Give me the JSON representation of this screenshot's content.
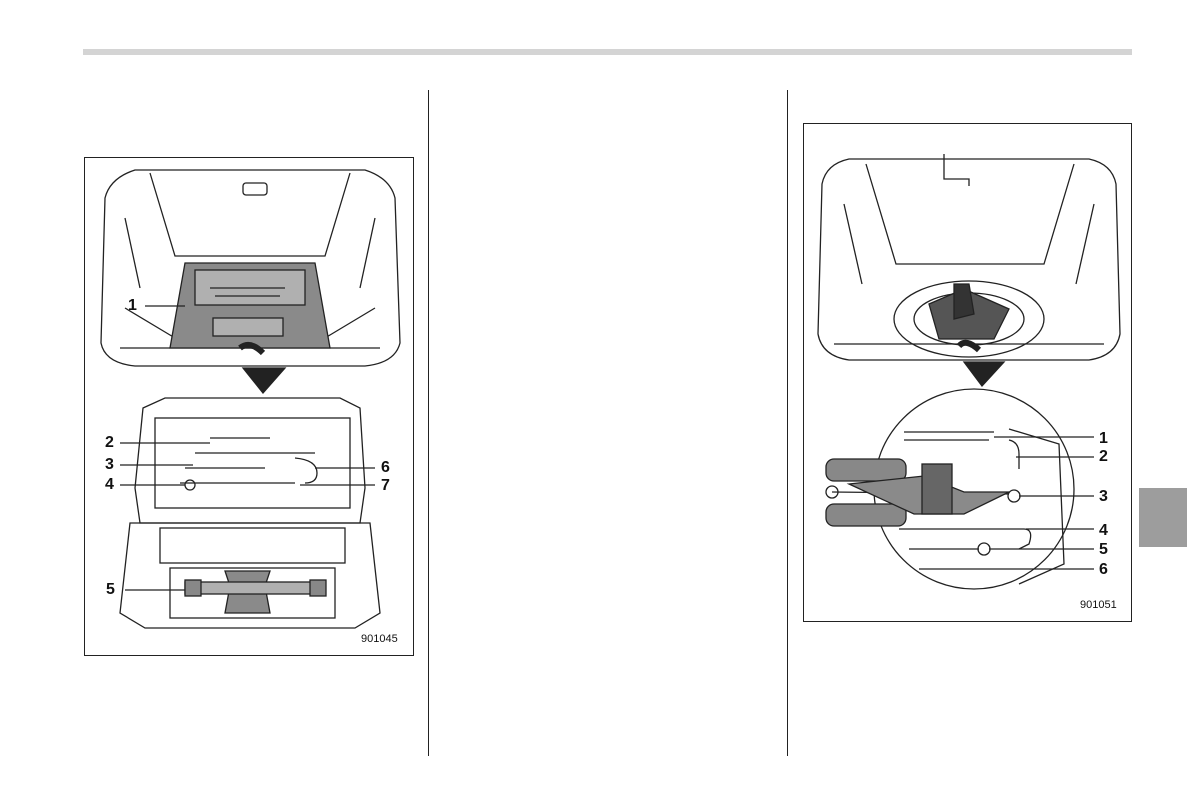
{
  "figure_left": {
    "code": "901045",
    "callouts": [
      "1",
      "2",
      "3",
      "4",
      "5",
      "6",
      "7"
    ]
  },
  "figure_right": {
    "code": "901051",
    "callouts": [
      "1",
      "2",
      "3",
      "4",
      "5",
      "6"
    ]
  },
  "colors": {
    "rule": "#d4d4d4",
    "tab": "#9d9d9d",
    "line": "#222222",
    "shade": "#8a8a8a"
  }
}
